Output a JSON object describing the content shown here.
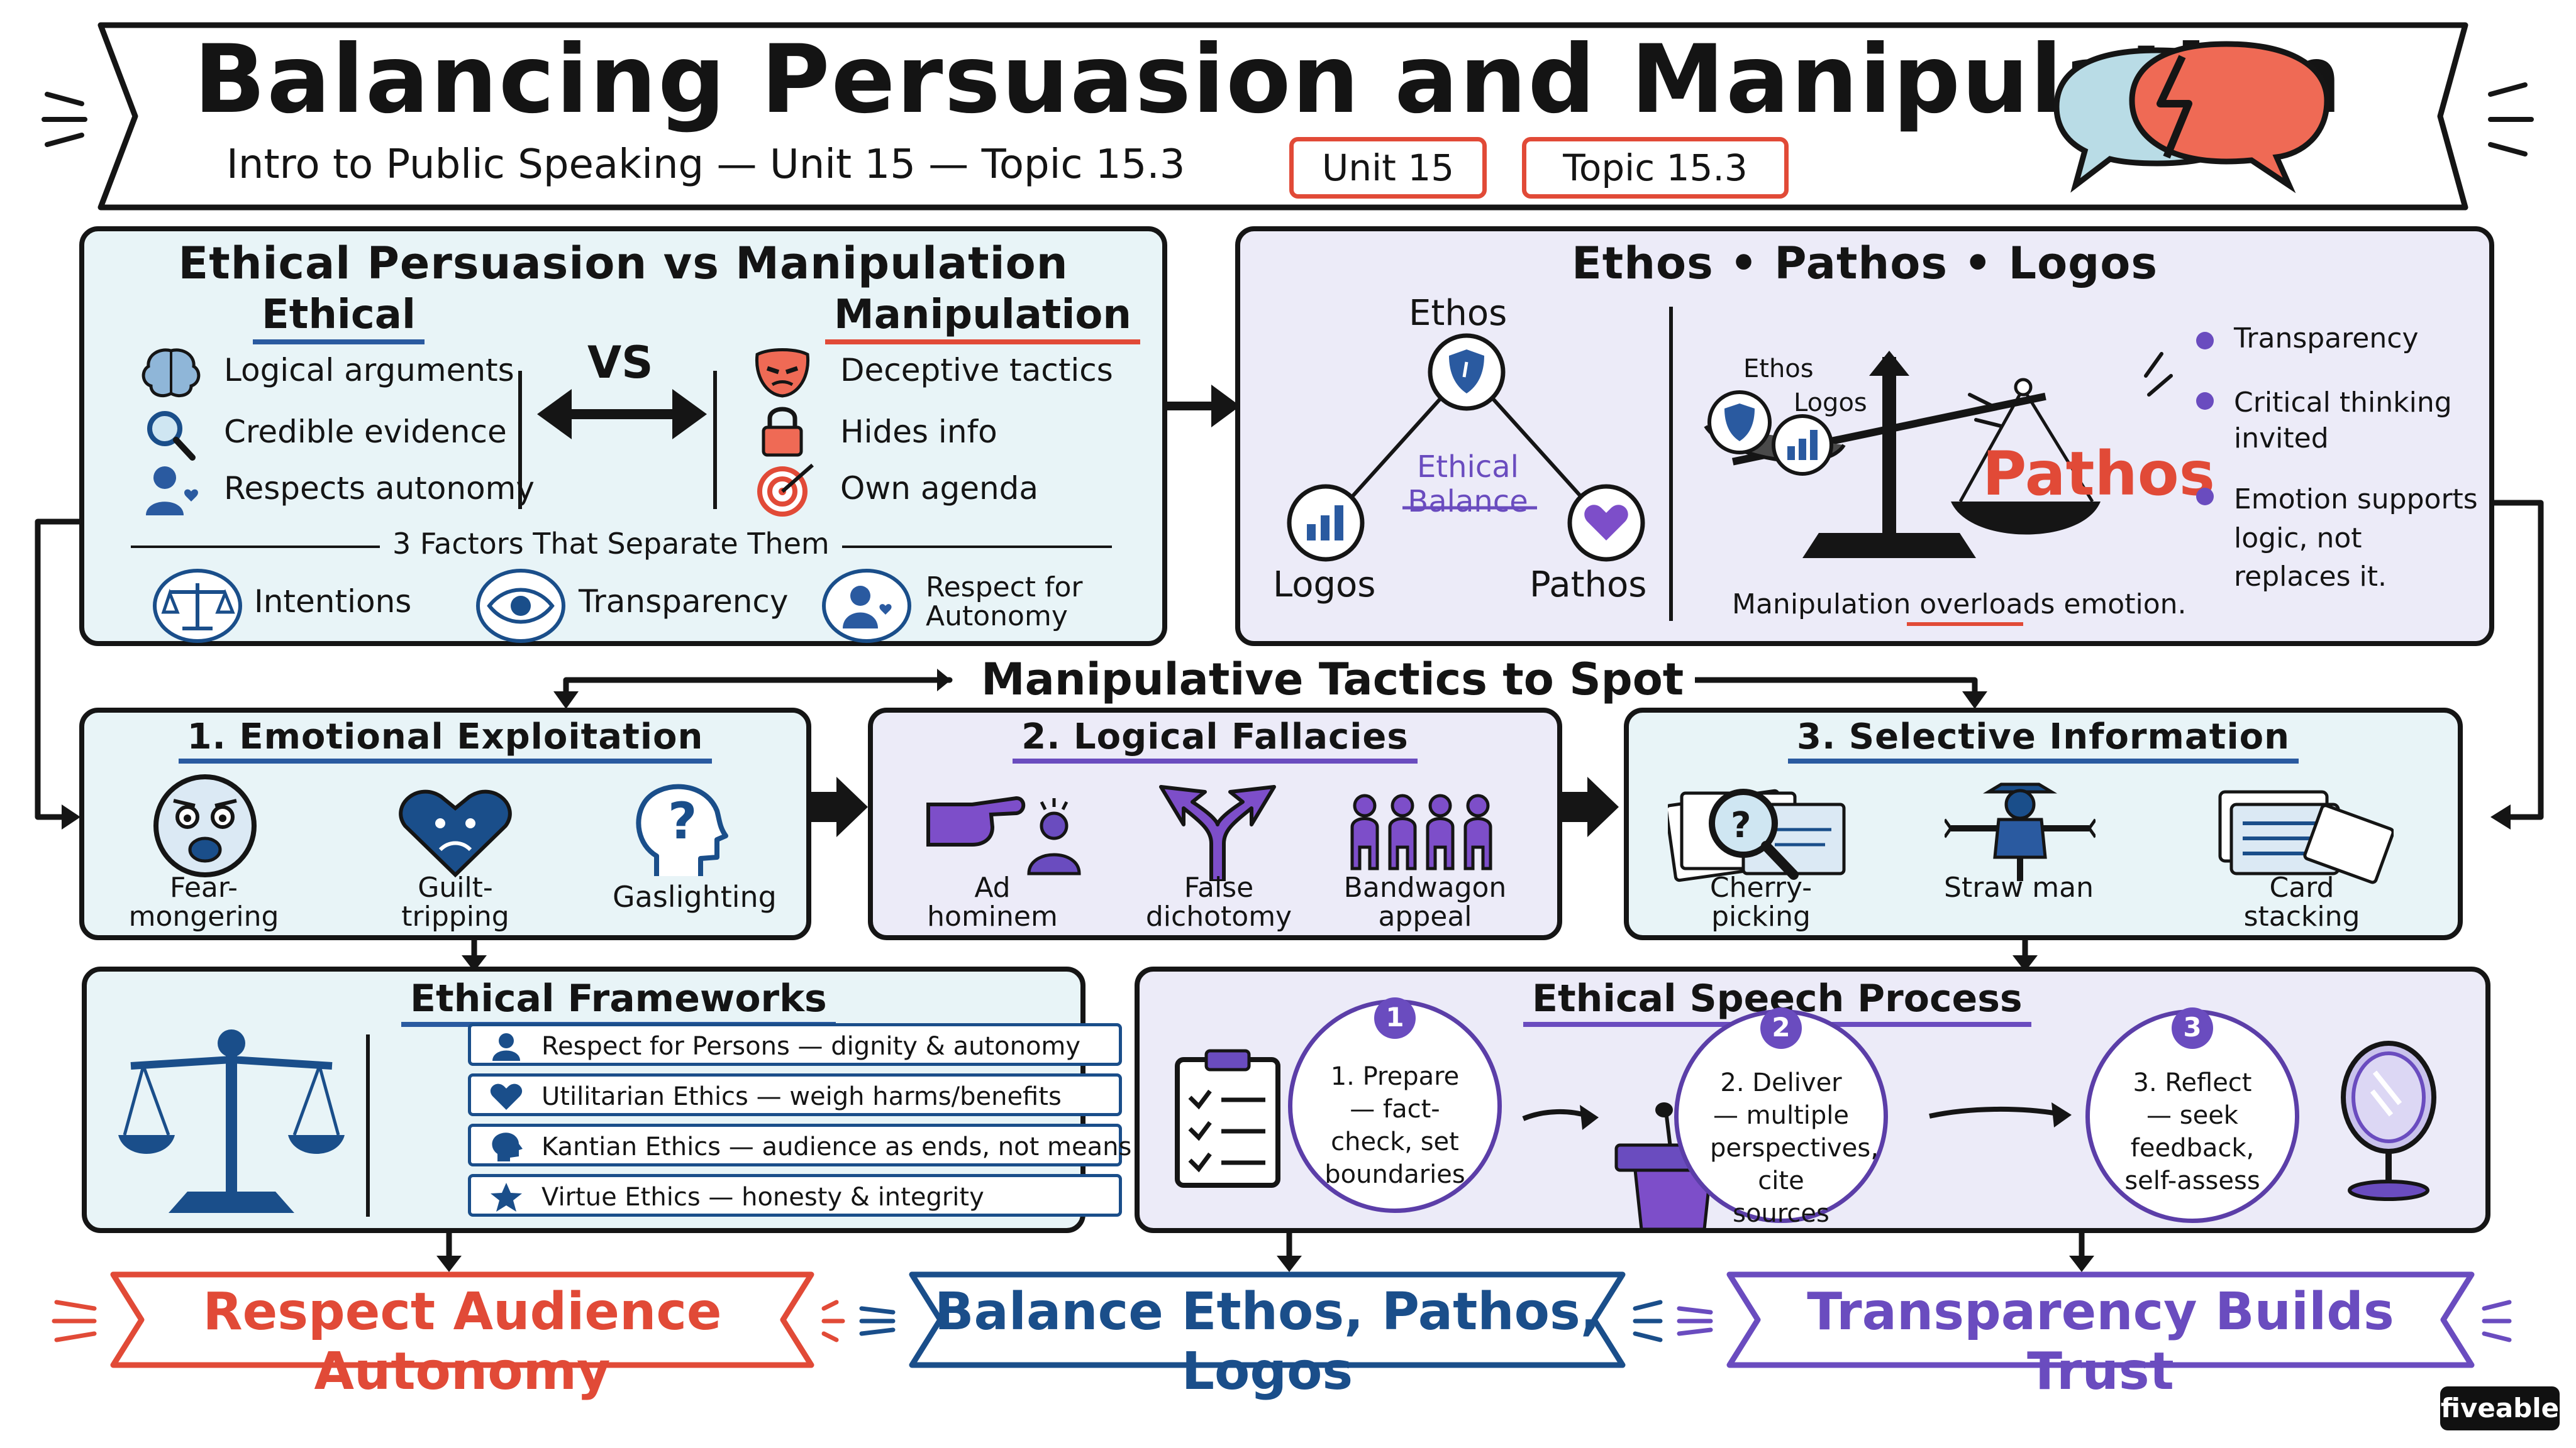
{
  "header": {
    "title": "Balancing Persuasion and Manipulation",
    "subtitle": "Intro to Public Speaking — Unit 15 — Topic 15.3",
    "badge_unit": "Unit 15",
    "badge_topic": "Topic 15.3"
  },
  "ethical_vs": {
    "title": "Ethical Persuasion vs Manipulation",
    "ethical_heading": "Ethical",
    "manip_heading": "Manipulation",
    "vs_label": "VS",
    "ethical_items": [
      "Logical arguments",
      "Credible evidence",
      "Respects autonomy"
    ],
    "manip_items": [
      "Deceptive tactics",
      "Hides info",
      "Own agenda"
    ],
    "factors_title": "3 Factors That Separate Them",
    "factors": [
      "Intentions",
      "Transparency",
      "Respect for Autonomy"
    ]
  },
  "epl": {
    "title": "Ethos • Pathos • Logos",
    "triangle_top": "Ethos",
    "triangle_left": "Logos",
    "triangle_right": "Pathos",
    "triangle_center": "Ethical Balance",
    "scale_ethos": "Ethos",
    "scale_logos": "Logos",
    "scale_pathos": "Pathos",
    "caption": "Manipulation overloads emotion.",
    "bullets": [
      "Transparency",
      "Critical thinking invited",
      "Emotion supports logic, not replaces it."
    ]
  },
  "tactics": {
    "title": "Manipulative Tactics to Spot",
    "emotional": {
      "title": "1. Emotional Exploitation",
      "items": [
        "Fear-mongering",
        "Guilt-tripping",
        "Gaslighting"
      ]
    },
    "fallacies": {
      "title": "2. Logical Fallacies",
      "items": [
        "Ad hominem",
        "False dichotomy",
        "Bandwagon appeal"
      ]
    },
    "selective": {
      "title": "3. Selective Information",
      "items": [
        "Cherry-picking",
        "Straw man",
        "Card stacking"
      ]
    }
  },
  "frameworks": {
    "title": "Ethical Frameworks",
    "rows": [
      "Respect for Persons — dignity & autonomy",
      "Utilitarian Ethics — weigh harms/benefits",
      "Kantian Ethics — audience as ends, not means",
      "Virtue Ethics — honesty & integrity"
    ]
  },
  "process": {
    "title": "Ethical Speech Process",
    "steps": [
      {
        "num": "1",
        "text": "1. Prepare — fact-check, set boundaries"
      },
      {
        "num": "2",
        "text": "2. Deliver — multiple perspectives, cite sources"
      },
      {
        "num": "3",
        "text": "3. Reflect — seek feedback, self-assess"
      }
    ]
  },
  "banners": [
    "Respect Audience Autonomy",
    "Balance Ethos, Pathos, Logos",
    "Transparency Builds Trust"
  ],
  "brand": "fiveable",
  "colors": {
    "red": "#e14a37",
    "blue": "#1a4e8a",
    "purple": "#6a4cbf",
    "panel_blue": "#e8f4f7",
    "panel_purple": "#ecebf8"
  }
}
